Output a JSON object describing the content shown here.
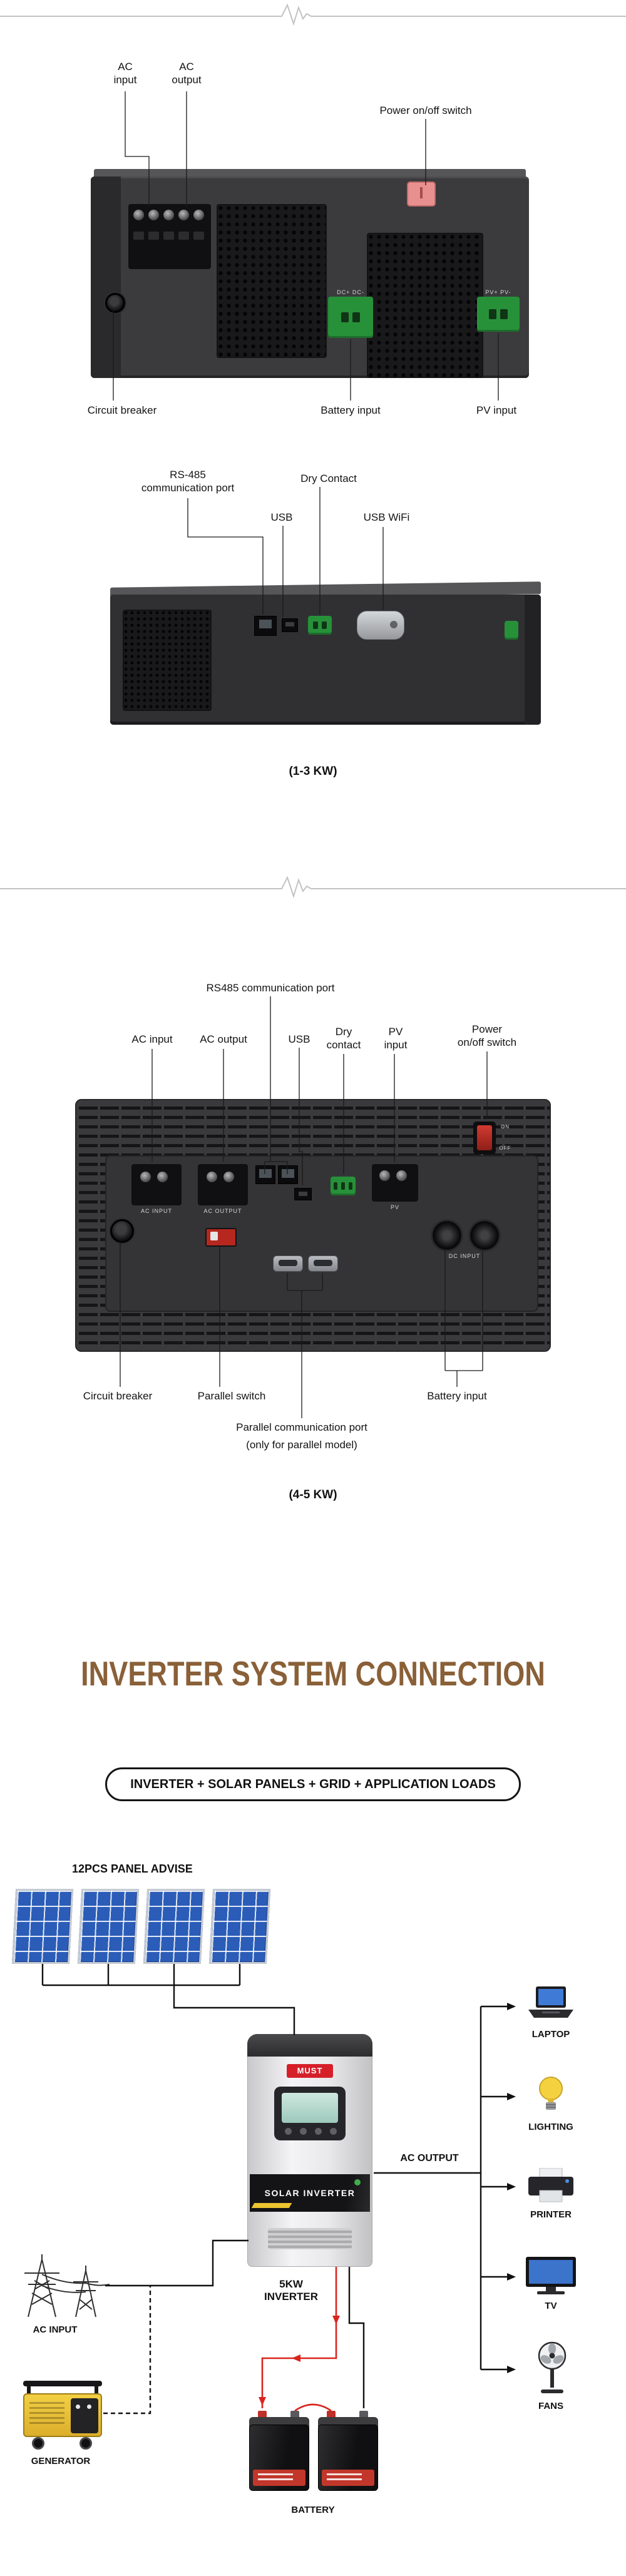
{
  "rear_3kw": {
    "ac_input": "AC\ninput",
    "ac_output": "AC\noutput",
    "power_switch": "Power on/off switch",
    "circuit_breaker": "Circuit breaker",
    "battery_input": "Battery input",
    "pv_input": "PV input",
    "battery_terminal_marking": "DC+  DC-",
    "pv_terminal_marking": "PV+  PV-"
  },
  "side_3kw": {
    "rs485": "RS-485\ncommunication port",
    "dry_contact": "Dry Contact",
    "usb": "USB",
    "usb_wifi": "USB WiFi",
    "caption": "(1-3 KW)"
  },
  "rear_45kw": {
    "rs485": "RS485 communication port",
    "ac_input": "AC input",
    "ac_output": "AC output",
    "usb": "USB",
    "dry_contact": "Dry\ncontact",
    "pv_input": "PV\ninput",
    "power_switch": "Power\non/off switch",
    "circuit_breaker": "Circuit breaker",
    "parallel_switch": "Parallel switch",
    "battery_input": "Battery input",
    "parallel_port": "Parallel communication port",
    "parallel_note": "(only for parallel model)",
    "caption": "(4-5 KW)",
    "marking_ac_input": "AC INPUT",
    "marking_ac_output": "AC OUTPUT",
    "marking_pv": "PV",
    "marking_dc_input": "DC  INPUT",
    "marking_on": "ON",
    "marking_off": "OFF"
  },
  "system": {
    "title": "INVERTER SYSTEM CONNECTION",
    "subtitle": "INVERTER + SOLAR PANELS + GRID + APPLICATION LOADS",
    "panel_advise": "12PCS PANEL ADVISE",
    "inverter_brand": "MUST",
    "inverter_band": "SOLAR INVERTER",
    "inverter_label": "5KW\nINVERTER",
    "ac_output": "AC OUTPUT",
    "ac_input": "AC INPUT",
    "generator": "GENERATOR",
    "battery": "BATTERY",
    "loads": [
      "LAPTOP",
      "LIGHTING",
      "PRINTER",
      "TV",
      "FANS"
    ]
  }
}
